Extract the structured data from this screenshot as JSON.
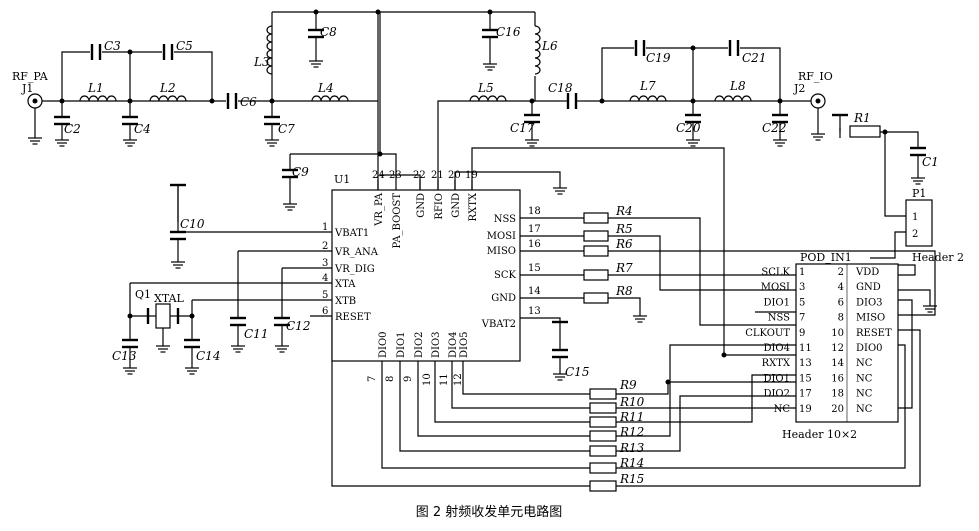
{
  "caption": "图 2   射频收发单元电路图",
  "connectors": {
    "rf_pa": "RF_PA",
    "j1": "J1",
    "rf_io": "RF_IO",
    "j2": "J2",
    "p1": "P1",
    "p1_pins": [
      "1",
      "2"
    ],
    "p1_sub": "Header 2"
  },
  "components": {
    "caps": [
      "C1",
      "C2",
      "C3",
      "C4",
      "C5",
      "C6",
      "C7",
      "C8",
      "C9",
      "C10",
      "C11",
      "C12",
      "C13",
      "C14",
      "C15",
      "C16",
      "C17",
      "C18",
      "C19",
      "C20",
      "C21",
      "C22"
    ],
    "inductors": [
      "L1",
      "L2",
      "L3",
      "L4",
      "L5",
      "L6",
      "L7",
      "L8"
    ],
    "resistors": [
      "R1",
      "R4",
      "R5",
      "R6",
      "R7",
      "R8",
      "R9",
      "R10",
      "R11",
      "R12",
      "R13",
      "R14",
      "R15"
    ],
    "crystal": "Q1",
    "crystal_name": "XTAL"
  },
  "u1": {
    "ref": "U1",
    "left_pins": [
      {
        "num": "1",
        "name": "VBAT1"
      },
      {
        "num": "2",
        "name": "VR_ANA"
      },
      {
        "num": "3",
        "name": "VR_DIG"
      },
      {
        "num": "4",
        "name": "XTA"
      },
      {
        "num": "5",
        "name": "XTB"
      },
      {
        "num": "6",
        "name": "RESET"
      }
    ],
    "top_pins": [
      {
        "num": "24",
        "name": "VR_PA"
      },
      {
        "num": "23",
        "name": "PA_BOOST"
      },
      {
        "num": "22",
        "name": "GND"
      },
      {
        "num": "21",
        "name": "RFIO"
      },
      {
        "num": "20",
        "name": "GND"
      },
      {
        "num": "19",
        "name": "RXTX"
      }
    ],
    "right_pins": [
      {
        "num": "18",
        "name": "NSS"
      },
      {
        "num": "17",
        "name": "MOSI"
      },
      {
        "num": "16",
        "name": "MISO"
      },
      {
        "num": "15",
        "name": "SCK"
      },
      {
        "num": "14",
        "name": "GND"
      },
      {
        "num": "13",
        "name": "VBAT2"
      }
    ],
    "bottom_pins": [
      {
        "num": "7",
        "name": "DIO0"
      },
      {
        "num": "8",
        "name": "DIO1"
      },
      {
        "num": "9",
        "name": "DIO2"
      },
      {
        "num": "10",
        "name": "DIO3"
      },
      {
        "num": "11",
        "name": "DIO4"
      },
      {
        "num": "12",
        "name": "DIO5"
      }
    ]
  },
  "header": {
    "ref": "POD_IN1",
    "sub": "Header 10×2",
    "left_nums": [
      "1",
      "3",
      "5",
      "7",
      "9",
      "11",
      "13",
      "15",
      "17",
      "19"
    ],
    "right_nums": [
      "2",
      "4",
      "6",
      "8",
      "10",
      "12",
      "14",
      "16",
      "18",
      "20"
    ],
    "left_nets": [
      "SCLK",
      "MOSI",
      "DIO1",
      "NSS",
      "CLKOUT",
      "DIO4",
      "RXTX",
      "DIO1",
      "DIO2",
      "NC"
    ],
    "right_nets": [
      "VDD",
      "GND",
      "DIO3",
      "MISO",
      "RESET",
      "DIO0",
      "NC",
      "NC",
      "NC",
      "NC"
    ]
  }
}
